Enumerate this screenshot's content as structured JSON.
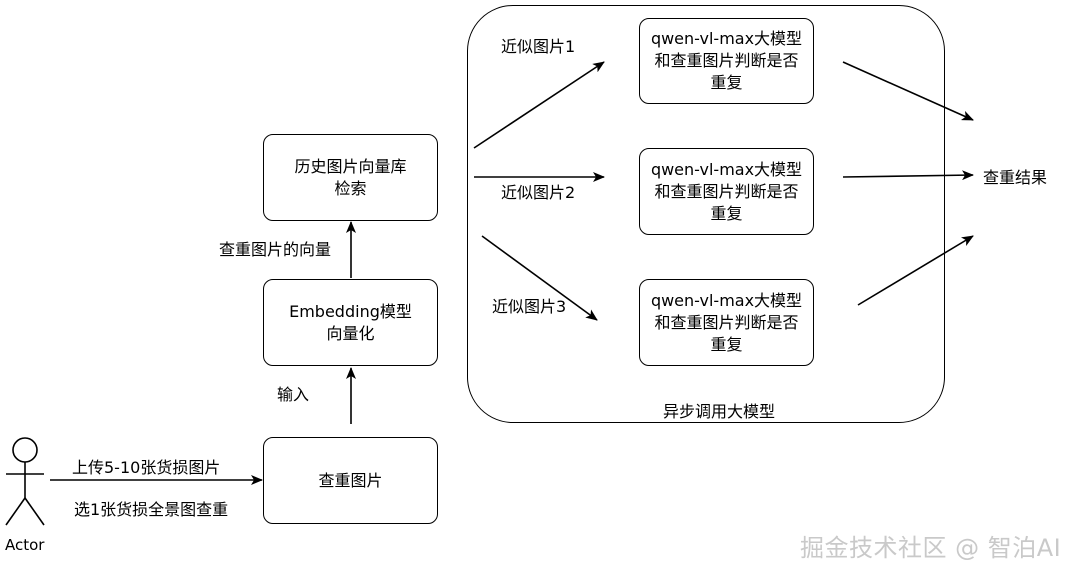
{
  "actor": {
    "label": "Actor"
  },
  "nodes": {
    "query_image": "查重图片",
    "embedding": "Embedding模型\n向量化",
    "history_search": "历史图片向量库\n检索",
    "llm_check_1": "qwen-vl-max大模型\n和查重图片判断是否\n重复",
    "llm_check_2": "qwen-vl-max大模型\n和查重图片判断是否\n重复",
    "llm_check_3": "qwen-vl-max大模型\n和查重图片判断是否\n重复",
    "result": "查重结果"
  },
  "container": {
    "label": "异步调用大模型"
  },
  "edge_labels": {
    "upload": "上传5-10张货损图片",
    "select": "选1张货损全景图查重",
    "input": "输入",
    "vector": "查重图片的向量",
    "similar_1": "近似图片1",
    "similar_2": "近似图片2",
    "similar_3": "近似图片3"
  },
  "watermark": "掘金技术社区 @ 智泊AI"
}
